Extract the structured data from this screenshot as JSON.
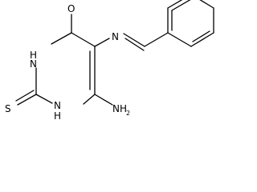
{
  "molecule": {
    "atoms": {
      "O": "O",
      "N": "N",
      "S": "S",
      "NH_top": {
        "el": "H",
        "el2": "N"
      },
      "NH_bottom": {
        "el": "H",
        "el2": "N"
      },
      "NH2": {
        "el": "NH",
        "sub": "2"
      }
    },
    "colors": {
      "bond": "#000000",
      "text": "#000000",
      "background": "#ffffff"
    }
  }
}
